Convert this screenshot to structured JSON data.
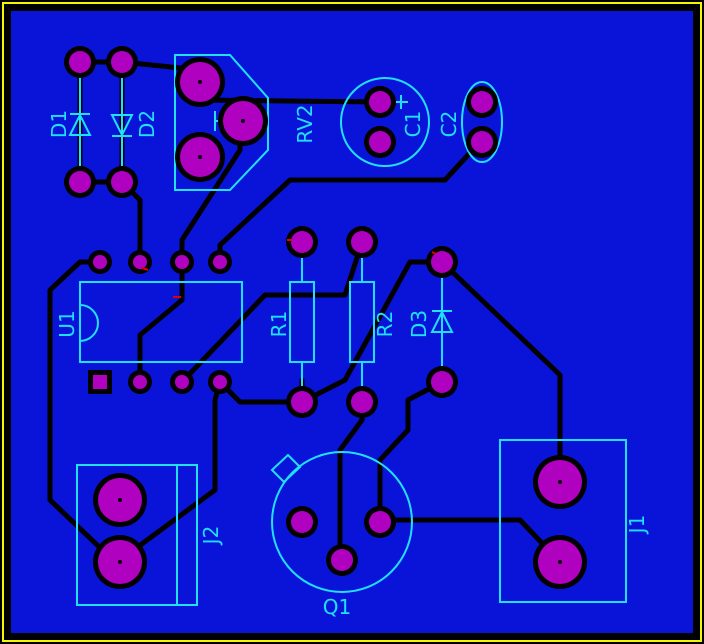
{
  "board": {
    "colors": {
      "background": "#000000",
      "board_outline": "#f5f500",
      "ground_plane": "#0a14d8",
      "trace": "#000000",
      "pad_ring": "#000000",
      "pad": "#b000c0",
      "silkscreen": "#20e0ff"
    }
  },
  "components": {
    "d1": {
      "label": "D1"
    },
    "d2": {
      "label": "D2"
    },
    "rv2": {
      "label": "RV2"
    },
    "c1": {
      "label": "C1",
      "polarity": "+"
    },
    "c2": {
      "label": "C2"
    },
    "u1": {
      "label": "U1"
    },
    "r1": {
      "label": "R1"
    },
    "r2": {
      "label": "R2"
    },
    "d3": {
      "label": "D3"
    },
    "j1": {
      "label": "J1"
    },
    "j2": {
      "label": "J2"
    },
    "q1": {
      "label": "Q1"
    }
  }
}
